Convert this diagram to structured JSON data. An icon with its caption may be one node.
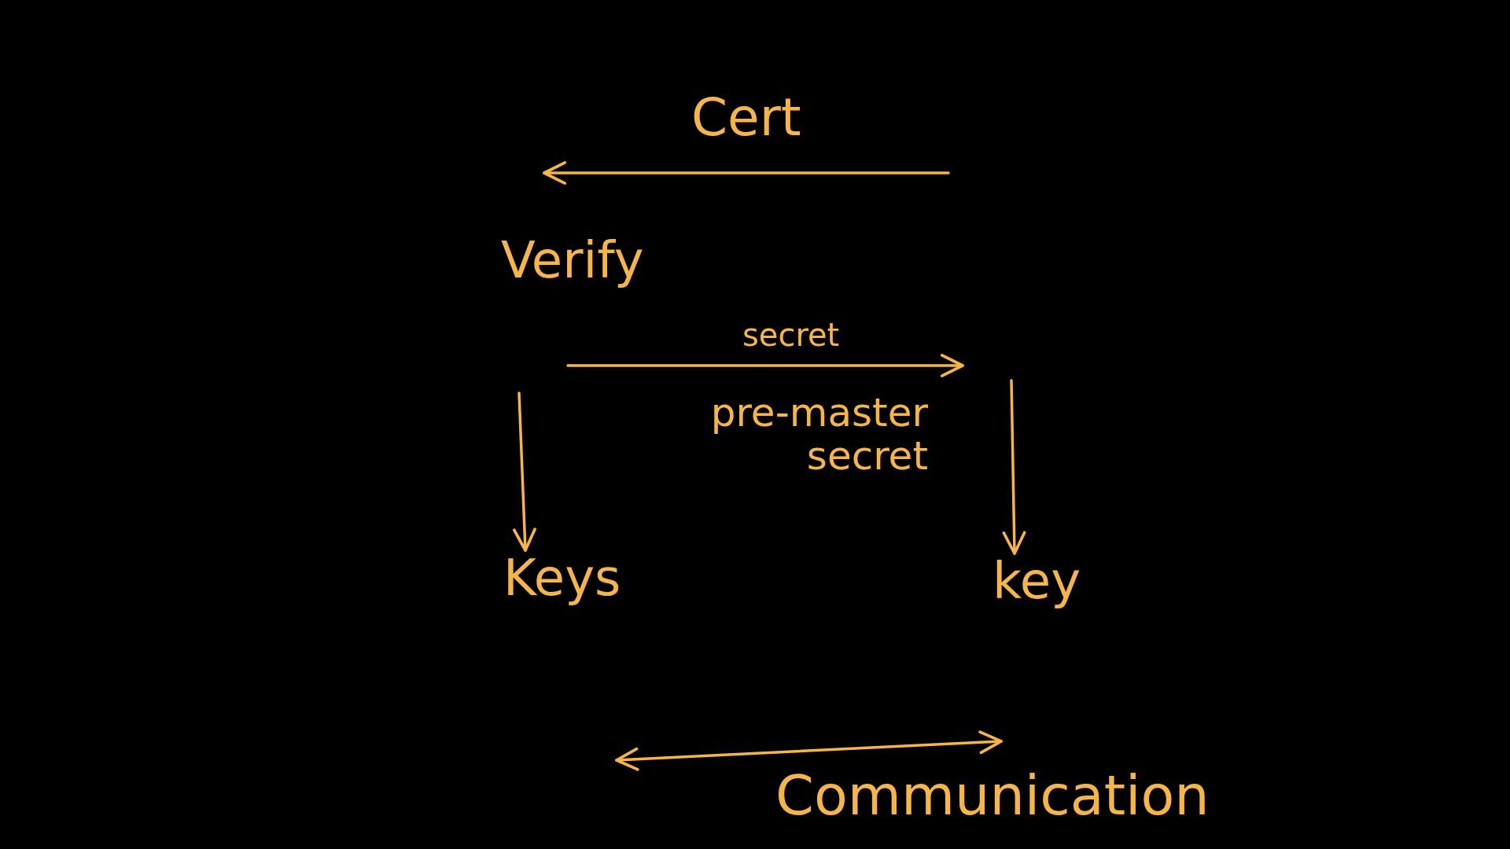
{
  "diagram": {
    "nodes": [
      {
        "text": [
          "Keys"
        ]
      },
      {
        "text": [
          "key"
        ]
      }
    ],
    "edges": [
      {
        "from": null,
        "to": 0,
        "arrow": "to"
      },
      {
        "from": null,
        "to": 1,
        "arrow": "to"
      }
    ],
    "labels": [
      "Cert",
      "Verify",
      "secret",
      "pre-master secret",
      "Communication"
    ]
  }
}
